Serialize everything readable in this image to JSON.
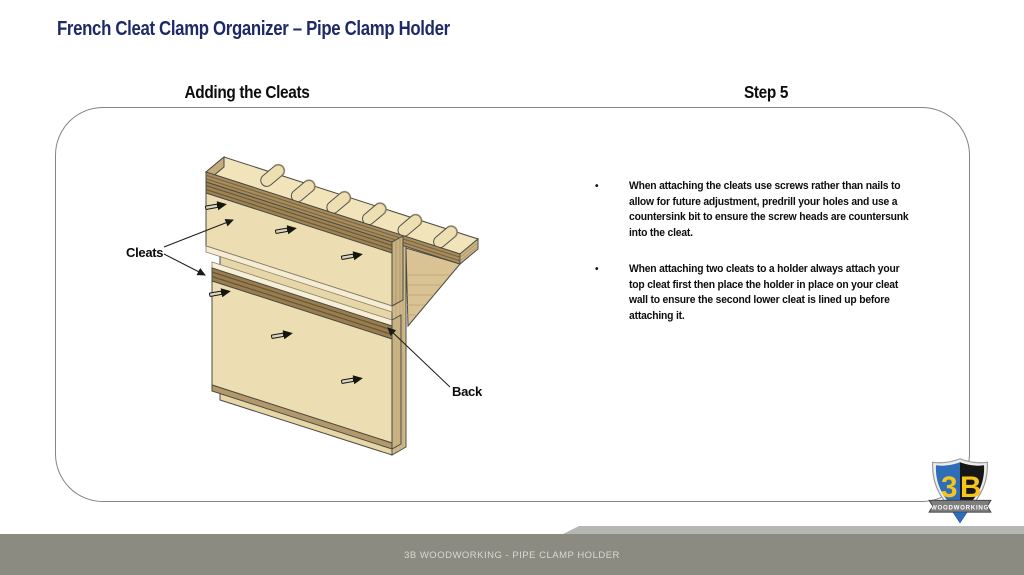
{
  "slide": {
    "title": "French Cleat Clamp Organizer – Pipe Clamp Holder",
    "section_heading": "Adding the Cleats",
    "step_label": "Step 5"
  },
  "content": {
    "bullet_marker": "•",
    "bullets": [
      {
        "text": "When attaching the cleats use screws rather than nails to\nallow for future adjustment, predrill your holes and use a\ncountersink bit to ensure the screw heads are countersunk\ninto the cleat."
      },
      {
        "text": "When attaching two cleats to a holder always attach your\ntop cleat first then place the holder in place on your cleat\nwall to ensure the second lower cleat is lined up before\nattaching it."
      }
    ]
  },
  "diagram": {
    "labels": {
      "cleats": "Cleats",
      "back": "Back"
    }
  },
  "logo": {
    "monogram_left": "3",
    "monogram_right": "B",
    "banner": "WOODWORKING"
  },
  "footer": {
    "text": "3B WOODWORKING - PIPE CLAMP HOLDER"
  },
  "colors": {
    "title_navy": "#1e2a66",
    "panel_border": "#848484",
    "wood_face": "#ecdeb2",
    "wood_edge_dark": "#9d8457",
    "footer_bar": "#8b8b82",
    "footer_strip": "#b5b8b2",
    "logo_blue": "#2e6db7",
    "logo_yellow": "#f6c51d"
  }
}
